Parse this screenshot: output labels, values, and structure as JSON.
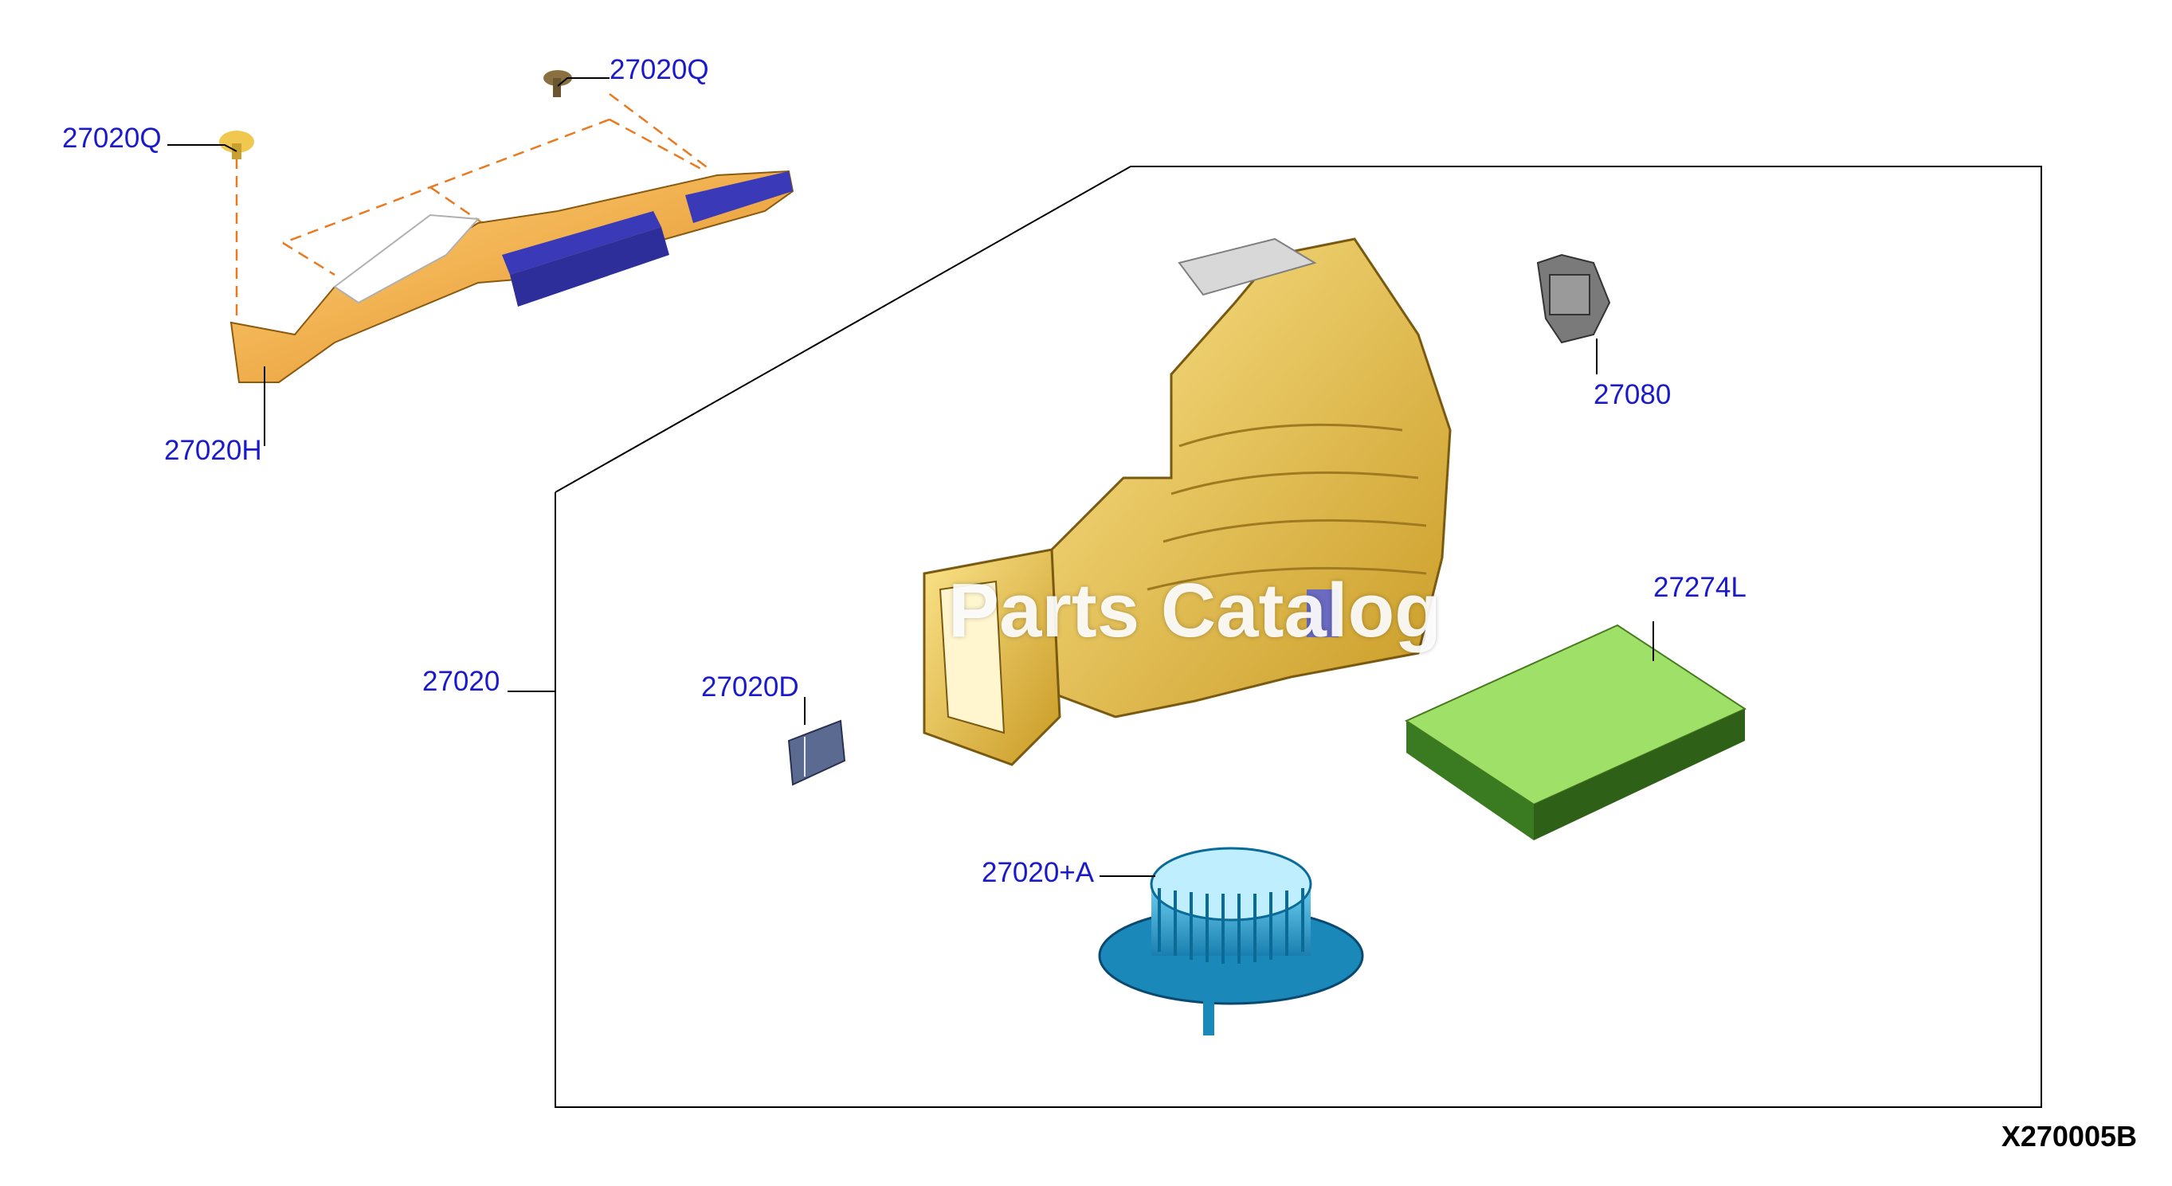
{
  "callouts": {
    "q_top": "27020Q",
    "q_left": "27020Q",
    "h": "27020H",
    "main": "27020",
    "d": "27020D",
    "motor": "27080",
    "filter": "27274L",
    "fan": "27020+A"
  },
  "diagram_code": "X270005B",
  "watermark": "Parts Catalog",
  "colors": {
    "label": "#1a1acc",
    "duct_orange": "#f2a43a",
    "duct_blue": "#3a3ab8",
    "housing_yellow": "#e8c34a",
    "filter_green": "#8fe05a",
    "fan_blue": "#2aa8d8"
  },
  "icons": [
    "clip-icon",
    "duct-icon",
    "blower-housing-icon",
    "actuator-motor-icon",
    "cabin-filter-icon",
    "fan-wheel-icon",
    "bracket-icon"
  ]
}
